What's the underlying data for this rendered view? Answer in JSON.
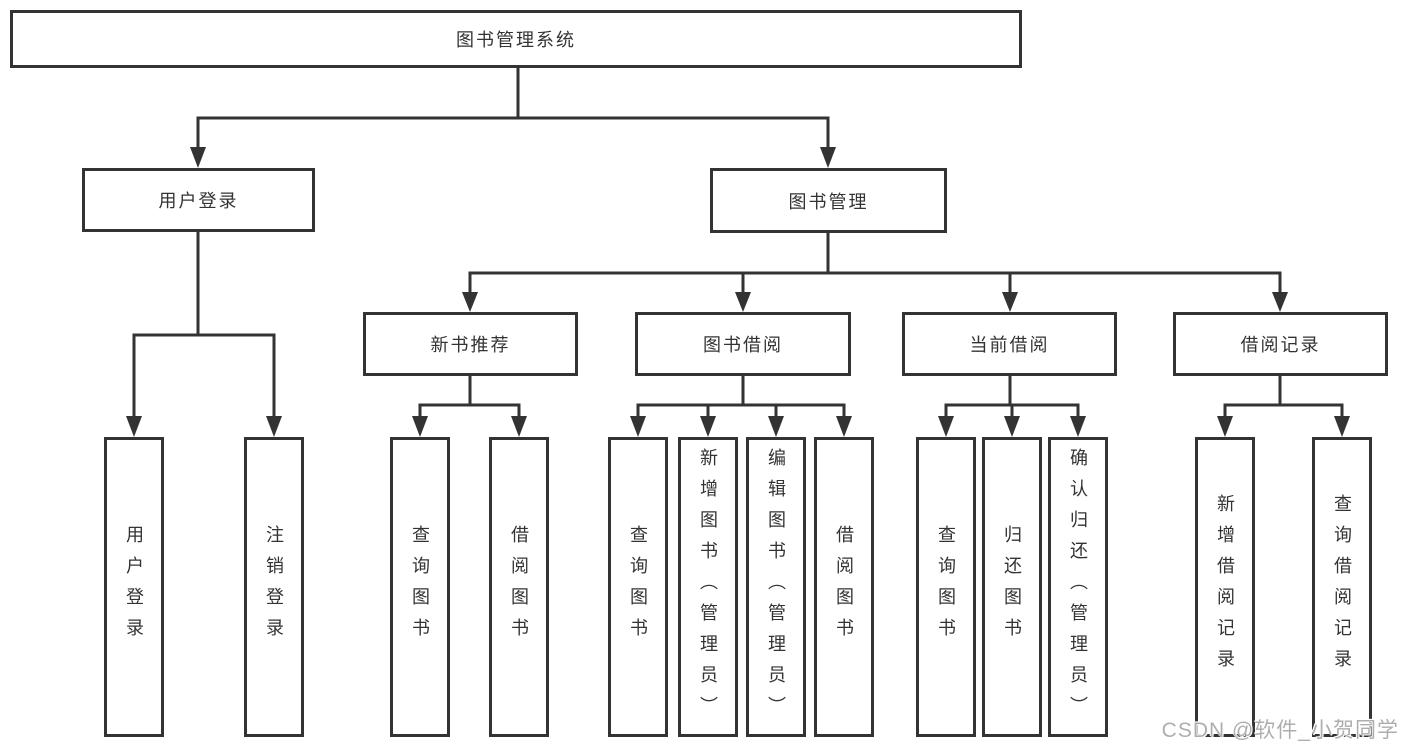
{
  "title": "图书管理系统",
  "level2": [
    {
      "label": "用户登录"
    },
    {
      "label": "图书管理"
    }
  ],
  "level3": [
    {
      "label": "新书推荐"
    },
    {
      "label": "图书借阅"
    },
    {
      "label": "当前借阅"
    },
    {
      "label": "借阅记录"
    }
  ],
  "leaves": {
    "login": [
      "用户登录",
      "注销登录"
    ],
    "recommend": [
      "查询图书",
      "借阅图书"
    ],
    "borrow": [
      "查询图书",
      "新增图书（管理员）",
      "编辑图书（管理员）",
      "借阅图书"
    ],
    "current": [
      "查询图书",
      "归还图书",
      "确认归还（管理员）"
    ],
    "records": [
      "新增借阅记录",
      "查询借阅记录"
    ]
  },
  "watermark": "CSDN @软件_小贺同学",
  "colors": {
    "line": "#333333",
    "text": "#333333",
    "watermark": "#aeaeae",
    "background": "#ffffff"
  }
}
